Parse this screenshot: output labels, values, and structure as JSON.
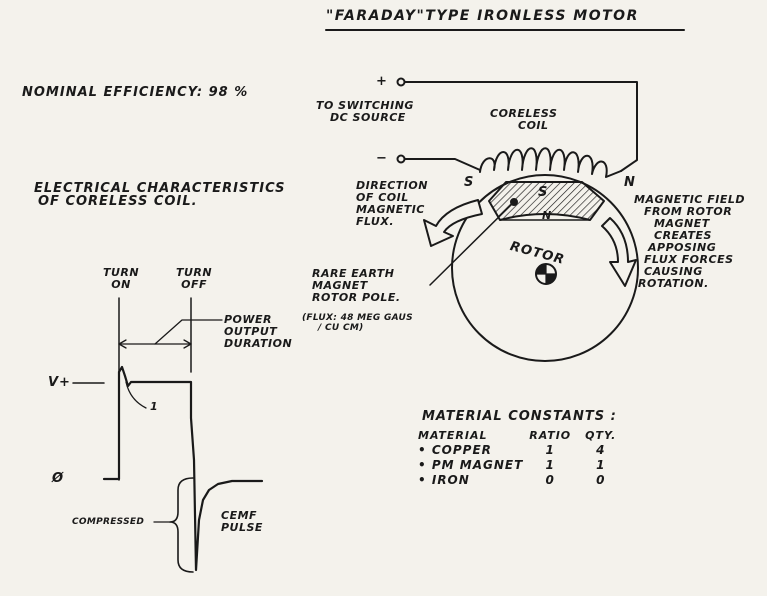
{
  "title": "\"FARADAY\"TYPE IRONLESS MOTOR",
  "efficiency": "NOMINAL EFFICIENCY: 98 %",
  "source": {
    "plus": "+",
    "minus": "−",
    "label_lines": [
      "TO SWITCHING",
      "DC SOURCE"
    ]
  },
  "coil": {
    "label_lines": [
      "CORELESS",
      "COIL"
    ]
  },
  "poles": {
    "south": "S",
    "north": "N"
  },
  "coil_flux": {
    "label_lines": [
      "DIRECTION",
      "OF COIL",
      "MAGNETIC",
      "FLUX."
    ]
  },
  "rotor": {
    "label": "ROTOR",
    "magnet_south": "S",
    "magnet_north": "N"
  },
  "rotor_field": {
    "label_lines": [
      "MAGNETIC FIELD",
      "FROM ROTOR",
      "MAGNET",
      "CREATES",
      "APPOSING",
      "FLUX FORCES",
      "CAUSING",
      "ROTATION."
    ]
  },
  "magnet_pole": {
    "label_lines": [
      "RARE EARTH",
      "MAGNET",
      "ROTOR POLE."
    ],
    "flux_lines": [
      "(FLUX: 48 MEG GAUS",
      "/ CU CM)"
    ]
  },
  "characteristics": {
    "label_lines": [
      "ELECTRICAL CHARACTERISTICS",
      "OF CORELESS COIL."
    ]
  },
  "waveform": {
    "turn_on_lines": [
      "TURN",
      "ON"
    ],
    "turn_off_lines": [
      "TURN",
      "OFF"
    ],
    "power_lines": [
      "POWER",
      "OUTPUT",
      "DURATION"
    ],
    "v_plus": "V+",
    "zero": "Ø",
    "spike_marker": "1",
    "compressed": "COMPRESSED",
    "cemf_lines": [
      "CEMF",
      "PULSE"
    ]
  },
  "materials": {
    "heading": "MATERIAL CONSTANTS :",
    "columns": [
      "MATERIAL",
      "RATIO",
      "QTY."
    ],
    "rows": [
      {
        "name": "• COPPER",
        "ratio": "1",
        "qty": "4"
      },
      {
        "name": "• PM MAGNET",
        "ratio": "1",
        "qty": "1"
      },
      {
        "name": "• IRON",
        "ratio": "0",
        "qty": "0"
      }
    ]
  },
  "colors": {
    "ink": "#1a1a1a",
    "paper": "#f4f2ec"
  }
}
